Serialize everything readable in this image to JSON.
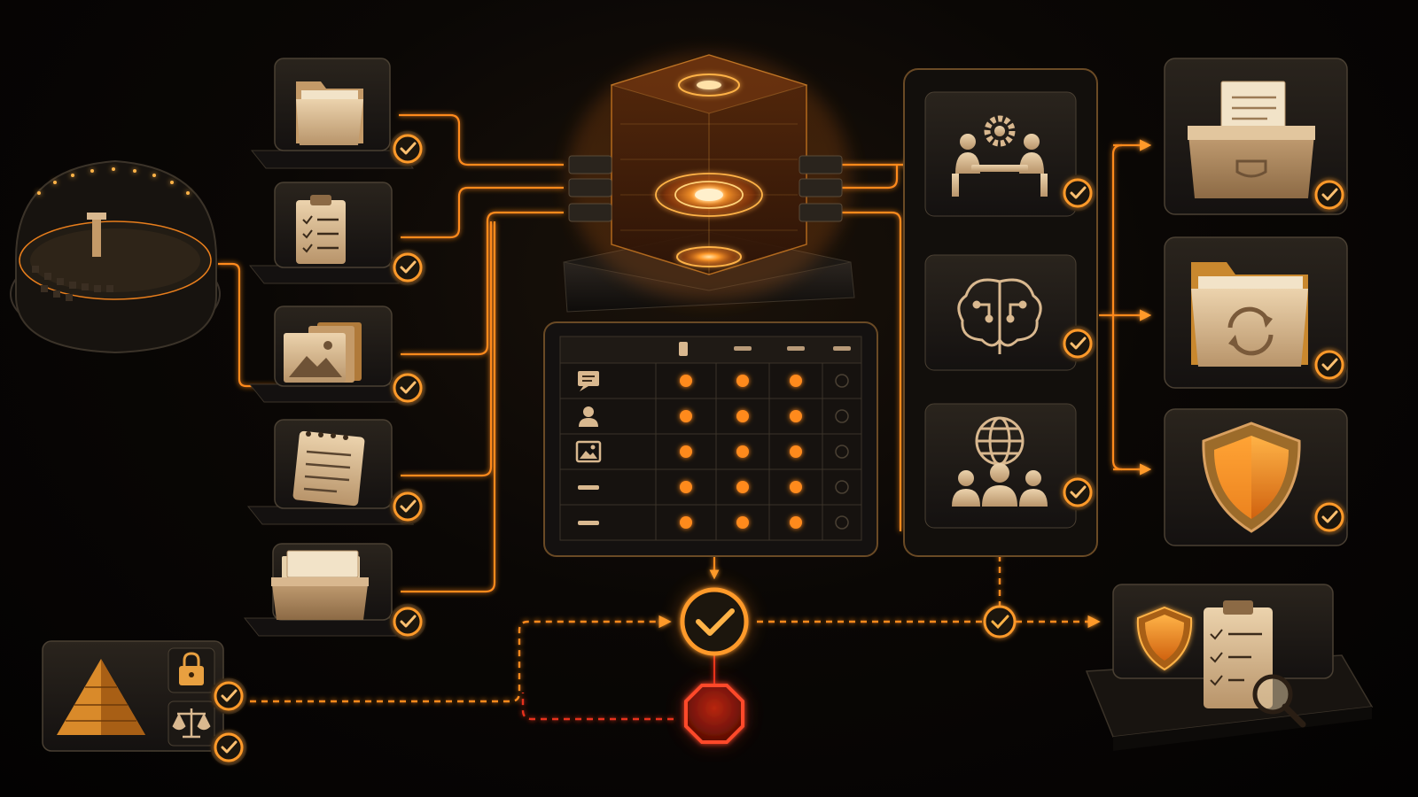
{
  "colors": {
    "background": "#050403",
    "accent": "#ff8a1e",
    "accent_glow": "#ffb347",
    "beige": "#d9b88f",
    "beige_dark": "#9c7b55",
    "panel": "#1c1814",
    "panel_border": "#3b3329",
    "check_ring": "#ff9a2a",
    "stop_red": "#e8321c"
  },
  "icons": {
    "source_panel": "theater-arena-icon",
    "inputs": [
      "folder-icon",
      "clipboard-checklist-icon",
      "image-stack-icon",
      "notepad-icon",
      "file-box-icon"
    ],
    "core": "glowing-data-cube-icon",
    "processing": [
      "team-gear-meeting-icon",
      "brain-circuit-icon",
      "global-network-users-icon"
    ],
    "outputs": [
      "archive-box-icon",
      "folder-sync-icon",
      "shield-icon"
    ],
    "policy": [
      "pyramid-icon",
      "padlock-icon",
      "balance-scale-icon"
    ],
    "validation": [
      "check-circle-icon",
      "stop-octagon-icon"
    ],
    "audit": [
      "shield-icon",
      "clipboard-magnifier-icon"
    ],
    "matrix_rows": [
      "chat-icon",
      "user-icon",
      "image-icon",
      "dash-icon",
      "dash-icon"
    ]
  },
  "matrix": {
    "columns": 4,
    "rows": [
      [
        1,
        1,
        1,
        0
      ],
      [
        1,
        1,
        1,
        0
      ],
      [
        1,
        1,
        1,
        0
      ],
      [
        1,
        1,
        1,
        0
      ],
      [
        1,
        1,
        1,
        0
      ]
    ]
  }
}
